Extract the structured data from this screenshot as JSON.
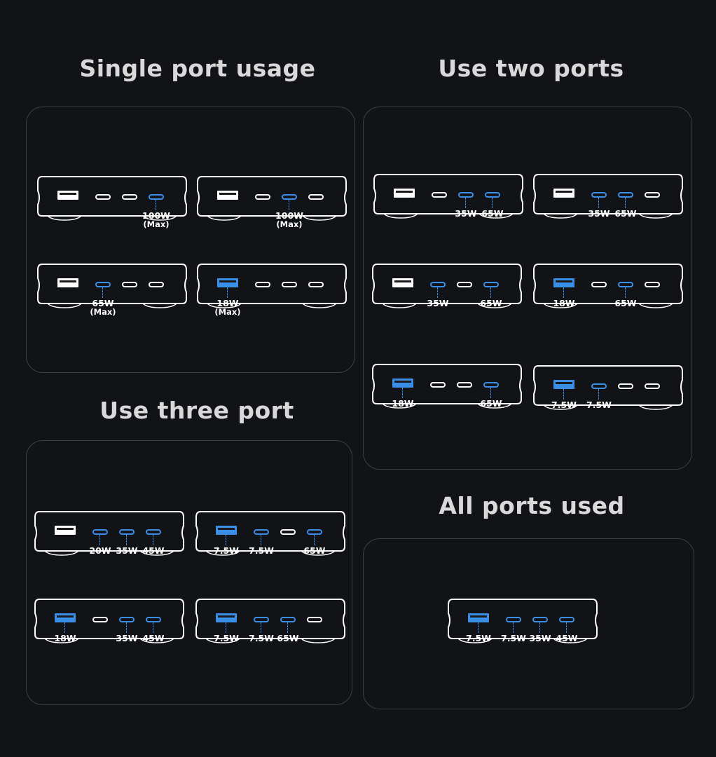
{
  "sections": [
    {
      "id": "single",
      "title": "Single port usage",
      "devices": [
        {
          "active": [
            3
          ],
          "labels": [
            {
              "port": 3,
              "text": "100W",
              "sub": "(Max)"
            }
          ]
        },
        {
          "active": [
            2
          ],
          "labels": [
            {
              "port": 2,
              "text": "100W",
              "sub": "(Max)"
            }
          ]
        },
        {
          "active": [
            1
          ],
          "labels": [
            {
              "port": 1,
              "text": "65W",
              "sub": "(Max)"
            }
          ]
        },
        {
          "active": [
            0
          ],
          "labels": [
            {
              "port": 0,
              "text": "18W",
              "sub": "(Max)"
            }
          ]
        }
      ]
    },
    {
      "id": "two",
      "title": "Use two ports",
      "devices": [
        {
          "active": [
            2,
            3
          ],
          "labels": [
            {
              "port": 2,
              "text": "35W"
            },
            {
              "port": 3,
              "text": "65W"
            }
          ]
        },
        {
          "active": [
            1,
            2
          ],
          "labels": [
            {
              "port": 1,
              "text": "35W"
            },
            {
              "port": 2,
              "text": "65W"
            }
          ]
        },
        {
          "active": [
            1,
            3
          ],
          "labels": [
            {
              "port": 1,
              "text": "35W"
            },
            {
              "port": 3,
              "text": "65W"
            }
          ]
        },
        {
          "active": [
            0,
            2
          ],
          "labels": [
            {
              "port": 0,
              "text": "18W"
            },
            {
              "port": 2,
              "text": "65W"
            }
          ]
        },
        {
          "active": [
            0,
            3
          ],
          "labels": [
            {
              "port": 0,
              "text": "18W"
            },
            {
              "port": 3,
              "text": "65W"
            }
          ]
        },
        {
          "active": [
            0,
            1
          ],
          "labels": [
            {
              "port": 0,
              "text": "7.5W"
            },
            {
              "port": 1,
              "text": "7.5W"
            }
          ]
        }
      ]
    },
    {
      "id": "three",
      "title": "Use three port",
      "devices": [
        {
          "active": [
            1,
            2,
            3
          ],
          "labels": [
            {
              "port": 1,
              "text": "20W"
            },
            {
              "port": 2,
              "text": "35W"
            },
            {
              "port": 3,
              "text": "45W"
            }
          ]
        },
        {
          "active": [
            0,
            1,
            3
          ],
          "labels": [
            {
              "port": 0,
              "text": "7.5W"
            },
            {
              "port": 1,
              "text": "7.5W"
            },
            {
              "port": 3,
              "text": "65W"
            }
          ]
        },
        {
          "active": [
            0,
            2,
            3
          ],
          "labels": [
            {
              "port": 0,
              "text": "18W"
            },
            {
              "port": 2,
              "text": "35W"
            },
            {
              "port": 3,
              "text": "45W"
            }
          ]
        },
        {
          "active": [
            0,
            1,
            2
          ],
          "labels": [
            {
              "port": 0,
              "text": "7.5W"
            },
            {
              "port": 1,
              "text": "7.5W"
            },
            {
              "port": 2,
              "text": "65W"
            }
          ]
        }
      ]
    },
    {
      "id": "all",
      "title": "All ports used",
      "devices": [
        {
          "active": [
            0,
            1,
            2,
            3
          ],
          "labels": [
            {
              "port": 0,
              "text": "7.5W"
            },
            {
              "port": 1,
              "text": "7.5W"
            },
            {
              "port": 2,
              "text": "35W"
            },
            {
              "port": 3,
              "text": "45W"
            }
          ]
        }
      ]
    }
  ],
  "colors": {
    "background": "#121316",
    "panel_border": "#3d3f44",
    "outline": "#ffffff",
    "active_port": "#3a8ee6",
    "title": "#d9d9d9"
  },
  "icons": {
    "device": "power-bank-outline-icon",
    "usb_a": "usb-a-port-icon",
    "usb_c": "usb-c-port-icon"
  }
}
